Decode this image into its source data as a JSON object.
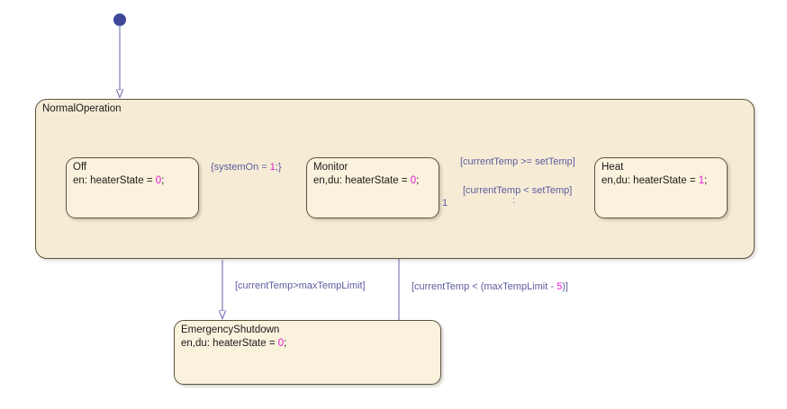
{
  "chart": {
    "background_color": "#ffffff",
    "superstate_fill": "#f6ecd6",
    "state_fill": "#fbf2dd",
    "border_color": "#5b5540",
    "transition_color": "#8585bd",
    "label_color": "#5b5b9e",
    "literal_color": "#e21ad6"
  },
  "superstate": {
    "name": "NormalOperation"
  },
  "states": {
    "off": {
      "name": "Off",
      "action_prefix": "en: heaterState = ",
      "action_value": "0",
      "action_suffix": ";"
    },
    "monitor": {
      "name": "Monitor",
      "action_prefix": "en,du: heaterState = ",
      "action_value": "0",
      "action_suffix": ";"
    },
    "heat": {
      "name": "Heat",
      "action_prefix": "en,du: heaterState = ",
      "action_value": "1",
      "action_suffix": ";"
    },
    "emergency": {
      "name": "EmergencyShutdown",
      "action_prefix": "en,du: heaterState = ",
      "action_value": "0",
      "action_suffix": ";"
    }
  },
  "transitions": {
    "off_to_monitor": {
      "label_prefix": "{systemOn = ",
      "label_value": "1",
      "label_suffix": ";}"
    },
    "heat_to_monitor": {
      "label": "[currentTemp >= setTemp]"
    },
    "monitor_to_heat": {
      "label": "[currentTemp < setTemp]",
      "order": "1",
      "midpoint_marker": ":"
    },
    "normal_to_emergency": {
      "label": "[currentTemp>maxTempLimit]"
    },
    "emergency_to_monitor": {
      "label_prefix": "[currentTemp < (maxTempLimit - ",
      "label_value": "5",
      "label_suffix": ")]"
    }
  }
}
